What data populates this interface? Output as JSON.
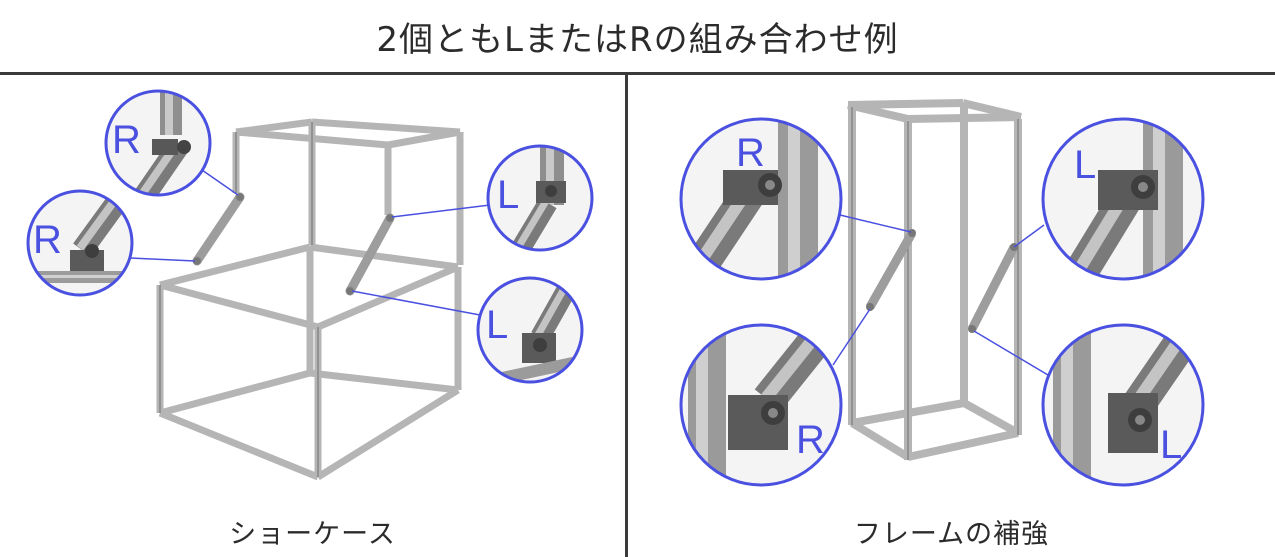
{
  "title": "2個ともLまたはRの組み合わせ例",
  "left_panel": {
    "caption": "ショーケース",
    "bubbles": [
      "R",
      "R",
      "L",
      "L"
    ]
  },
  "right_panel": {
    "caption": "フレームの補強",
    "bubbles": [
      "R",
      "R",
      "L",
      "L"
    ]
  },
  "colors": {
    "accent": "#4a50e0",
    "rule": "#3a3a3a",
    "text": "#2b2b2b",
    "frame": "#b8b8b8"
  }
}
